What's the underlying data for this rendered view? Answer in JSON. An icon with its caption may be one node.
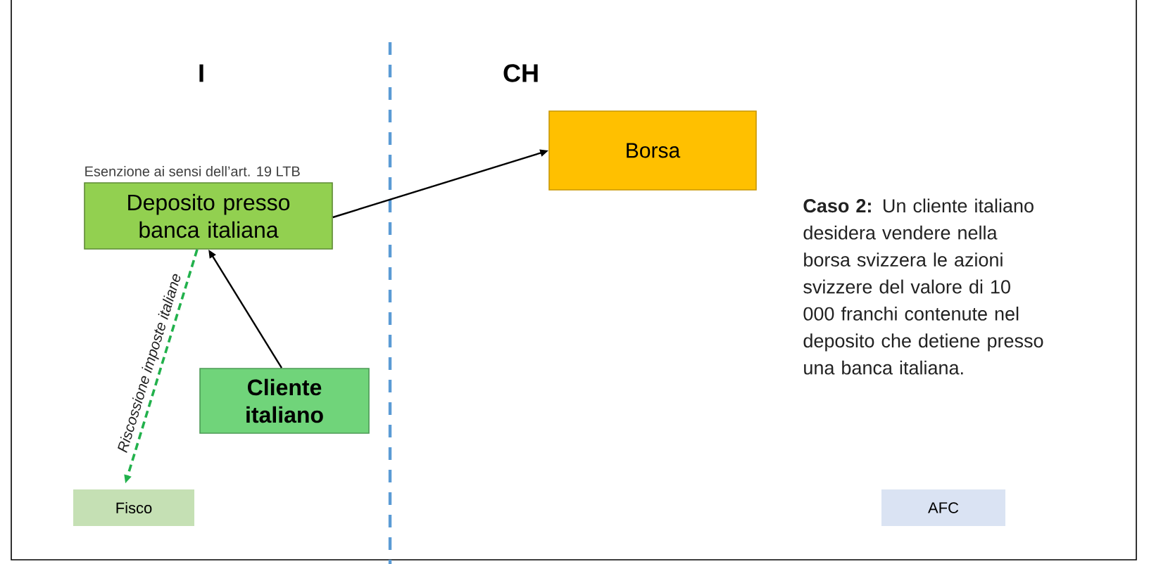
{
  "diagram": {
    "nodes": [
      {
        "text": [
          "Deposito presso banca italiana"
        ],
        "beside": [
          "Esenzione ai sensi dell’art. 19 LTB"
        ]
      },
      {
        "text": [
          "Borsa"
        ]
      },
      {
        "text": [
          "Cliente italiano"
        ]
      },
      {
        "text": [
          "Fisco"
        ]
      },
      {
        "text": [
          "AFC"
        ]
      }
    ],
    "edges": [
      {
        "from": 0,
        "to": 1,
        "arrow": "to"
      },
      {
        "from": 2,
        "to": 0,
        "arrow": "to"
      },
      {
        "from": 0,
        "to": 3,
        "arrow": "to",
        "label": "Riscossione imposte italiane",
        "style": "dashed",
        "color": "#22b14c"
      }
    ],
    "labels": [
      "I",
      "CH",
      "**Caso 2:** Un cliente italiano desidera vendere nella borsa svizzera le azioni svizzere del valore di 10 000 franchi contenute nel deposito che detiene presso una banca italiana."
    ]
  }
}
